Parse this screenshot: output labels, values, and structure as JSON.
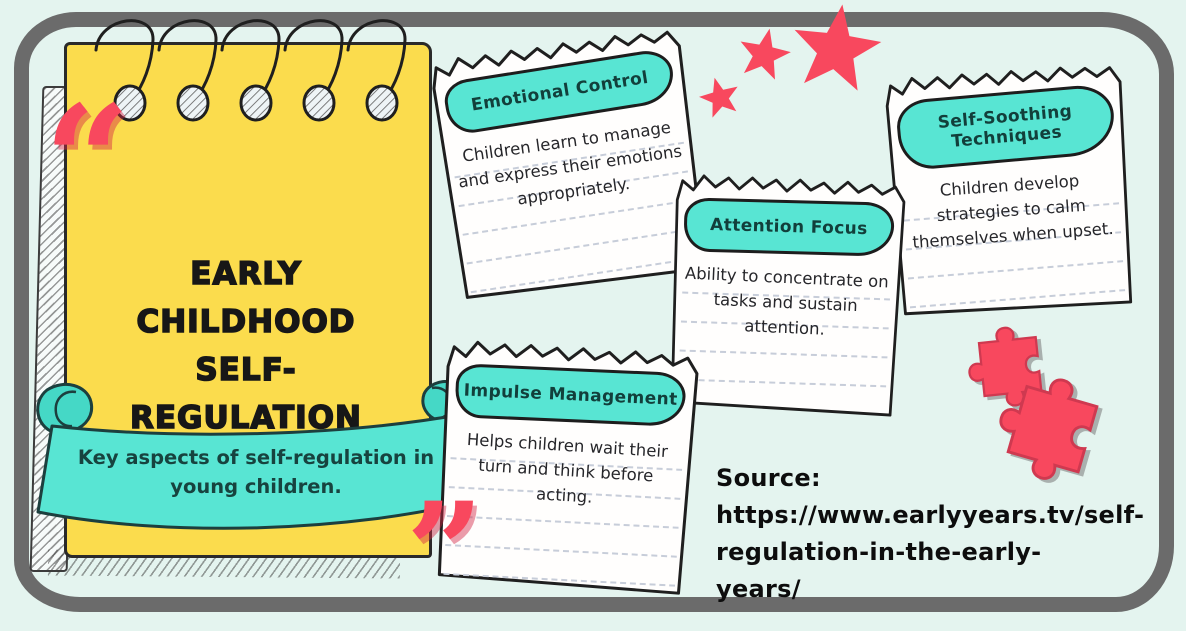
{
  "page": {
    "background": "#e4f4ef",
    "frame_color": "#6b6b6b"
  },
  "notepad": {
    "title_line1": "EARLY CHILDHOOD",
    "title_line2": "SELF-REGULATION",
    "paper_color": "#fbdc4d",
    "ring_count": 5
  },
  "banner": {
    "text": "Key aspects of self-regulation in young children.",
    "ribbon_color": "#58e5d3",
    "text_color": "#17433f"
  },
  "notes": [
    {
      "title": "Emotional Control",
      "body": "Children learn to manage and express their emotions appropriately."
    },
    {
      "title": "Attention Focus",
      "body": "Ability to concentrate on tasks and sustain attention."
    },
    {
      "title": "Self-Soothing Techniques",
      "body": "Children develop strategies to calm themselves when upset."
    },
    {
      "title": "Impulse Management",
      "body": "Helps children wait their turn and think before acting."
    }
  ],
  "source": {
    "label": "Source:",
    "url_line1": "https://www.earlyyears.tv/self-",
    "url_line2": "regulation-in-the-early-years/"
  },
  "icons": {
    "open_quote_glyph": "“",
    "close_quote_glyph": "”",
    "star": "five-point-star-shape",
    "puzzle": "jigsaw-piece-shape",
    "spiral_ring": "notebook-spiral-ring-shape"
  },
  "colors": {
    "accent_red": "#f8485e",
    "teal": "#58e5d3",
    "yellow": "#fbdc4d",
    "ink": "#1f1f1f"
  }
}
